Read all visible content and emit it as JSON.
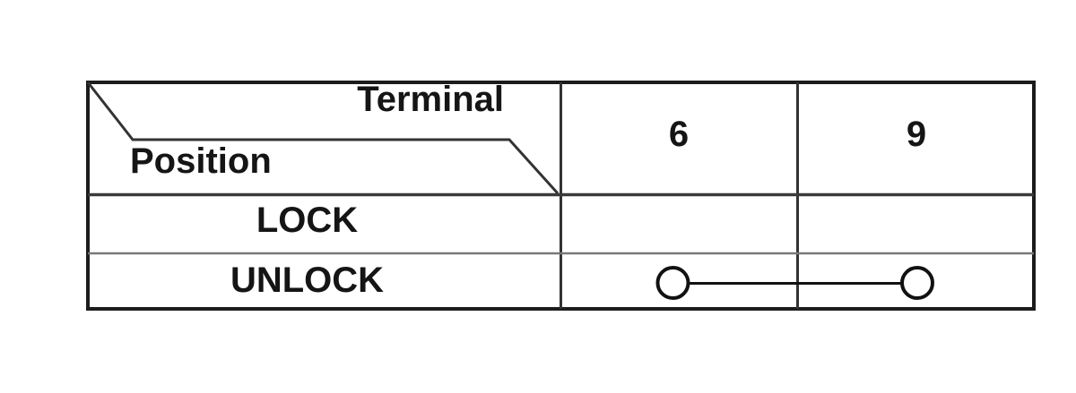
{
  "table": {
    "corner": {
      "top_label": "Terminal",
      "bottom_label": "Position"
    },
    "columns": [
      "6",
      "9"
    ],
    "rows": [
      {
        "position": "LOCK",
        "continuity": false,
        "connected_terminals": []
      },
      {
        "position": "UNLOCK",
        "continuity": true,
        "connected_terminals": [
          "6",
          "9"
        ]
      }
    ],
    "colors": {
      "border": "#1c1c1c",
      "grid": "#333333",
      "grid_dark": "#3a3a3a",
      "grid_light": "#787878",
      "symbol": "#111111",
      "text": "#151515",
      "background": "#ffffff"
    }
  }
}
